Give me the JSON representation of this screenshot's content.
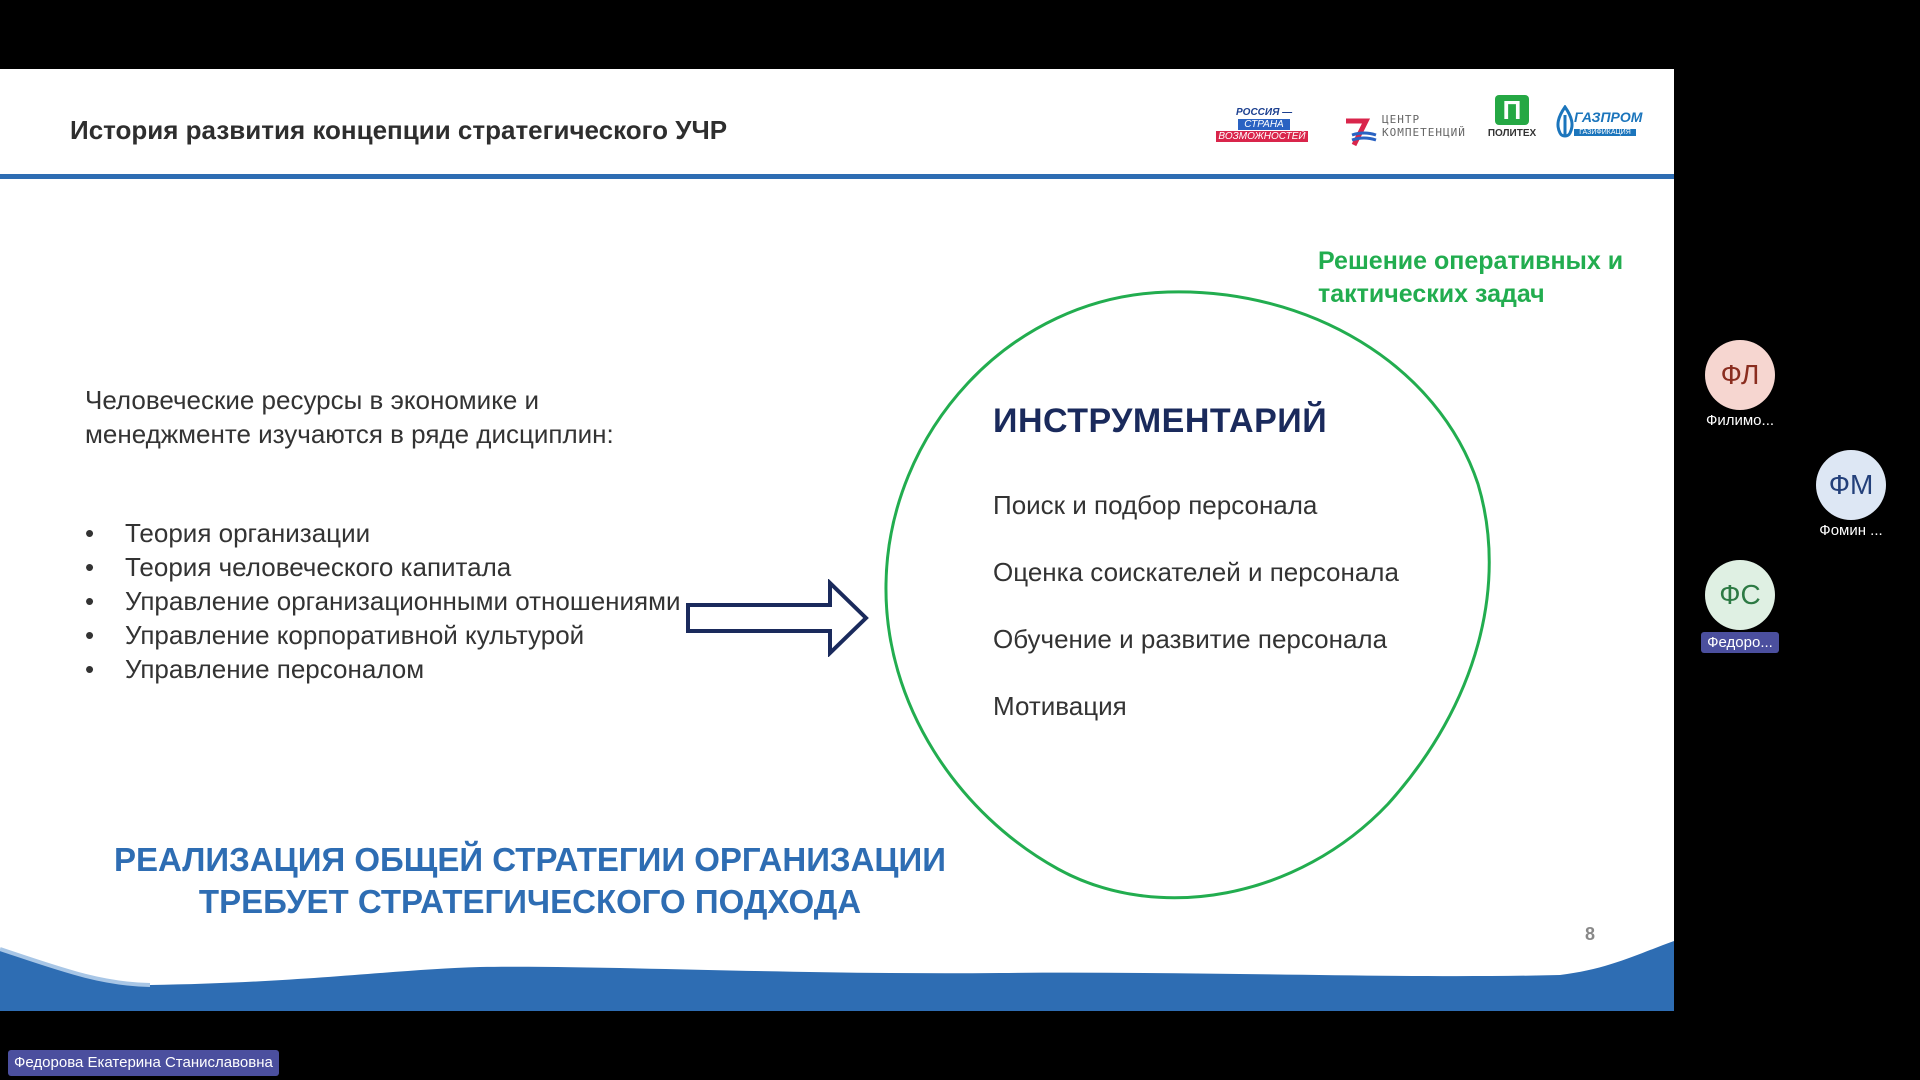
{
  "slide": {
    "title": "История развития концепции стратегического УЧР",
    "logos": {
      "russia": [
        "РОССИЯ —",
        "СТРАНА",
        "ВОЗМОЖНОСТЕЙ"
      ],
      "centr": [
        "ЦЕНТР",
        "КОМПЕТЕНЦИЙ"
      ],
      "politeh": "ПОЛИТЕХ",
      "gazprom": [
        "ГАЗПРОМ",
        "ГАЗИФИКАЦИЯ"
      ]
    },
    "intro": "Человеческие ресурсы в экономике и менеджменте изучаются в ряде дисциплин:",
    "bullets": [
      "Теория организации",
      "Теория человеческого капитала",
      "Управление организационными отношениями",
      "Управление корпоративной культурой",
      "Управление персоналом"
    ],
    "green_note": "Решение оперативных и тактических задач",
    "tools_title": "ИНСТРУМЕНТАРИЙ",
    "tools": [
      "Поиск и подбор персонала",
      "Оценка соискателей и персонала",
      "Обучение и развитие персонала",
      "Мотивация"
    ],
    "slogan_line1": "РЕАЛИЗАЦИЯ ОБЩЕЙ СТРАТЕГИИ ОРГАНИЗАЦИИ",
    "slogan_line2": "ТРЕБУЕТ СТРАТЕГИЧЕСКОГО ПОДХОДА",
    "page_number": "8"
  },
  "participants": [
    {
      "initials": "ФЛ",
      "name": "Филимо..."
    },
    {
      "initials": "ФМ",
      "name": "Фомин ..."
    },
    {
      "initials": "ФС",
      "name": "Федоро..."
    }
  ],
  "speaker": "Федорова Екатерина Станиславовна",
  "colors": {
    "accent_blue": "#2e6db3",
    "green": "#22ad4f",
    "navy": "#1a2a5c",
    "label_bg": "#4b4f9e"
  }
}
